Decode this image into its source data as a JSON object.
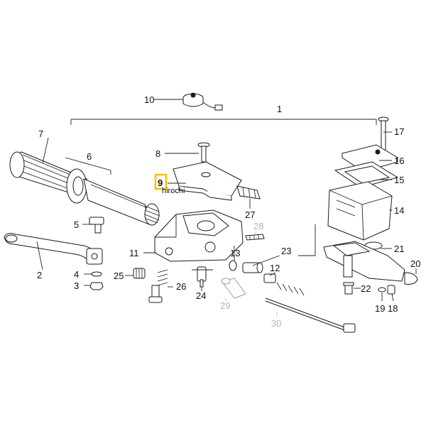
{
  "watermark": "hirochi",
  "highlight_color": "#f2c400",
  "callouts": {
    "c1": "1",
    "c2": "2",
    "c3": "3",
    "c4": "4",
    "c5": "5",
    "c6": "6",
    "c7": "7",
    "c8": "8",
    "c9": "9",
    "c10": "10",
    "c11": "11",
    "c12": "12",
    "c13": "13",
    "c14": "14",
    "c15": "15",
    "c16": "16",
    "c17": "17",
    "c18": "18",
    "c19": "19",
    "c20": "20",
    "c21": "21",
    "c22": "22",
    "c23": "23",
    "c24": "24",
    "c25": "25",
    "c26": "26",
    "c27": "27",
    "c28": "28",
    "c29": "29",
    "c30": "30"
  }
}
